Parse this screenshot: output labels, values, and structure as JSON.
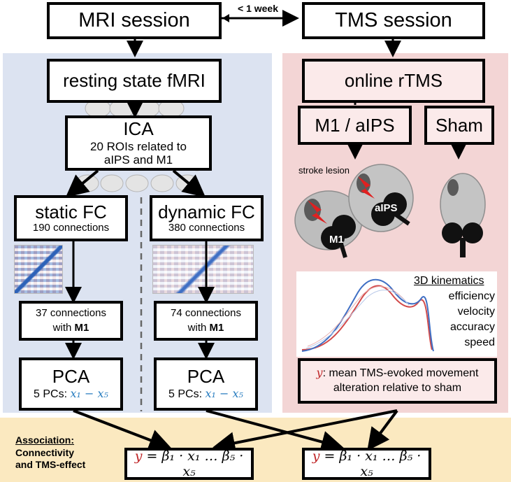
{
  "top": {
    "mri_session": "MRI session",
    "tms_session": "TMS session",
    "gap_label": "< 1 week"
  },
  "left": {
    "resting": "resting state fMRI",
    "ica_title": "ICA",
    "ica_sub1": "20 ROIs related to",
    "ica_sub2": "aIPS and M1",
    "static_title": "static FC",
    "static_sub": "190 connections",
    "dynamic_title": "dynamic FC",
    "dynamic_sub": "380 connections",
    "static_conn_line1": "37 connections",
    "static_conn_line2_pre": "with ",
    "static_conn_line2_bold": "M1",
    "dynamic_conn_line1": "74 connections",
    "dynamic_conn_line2_pre": "with ",
    "dynamic_conn_line2_bold": "M1",
    "pca_title": "PCA",
    "pca_sub_pre": "5 PCs: ",
    "pca_sub_math": "x₁ − x₅"
  },
  "right": {
    "online": "online rTMS",
    "m1_aips": "M1 / aIPS",
    "sham": "Sham",
    "stroke_lesion": "stroke lesion",
    "coil_m1": "M1",
    "coil_aips": "aIPS",
    "kinematics_title": "3D kinematics",
    "kinematics_items": [
      "efficiency",
      "velocity",
      "accuracy",
      "speed"
    ],
    "y_symbol": "y",
    "y_line1": ": mean TMS-evoked movement",
    "y_line2": "alteration relative to sham"
  },
  "bottom": {
    "association_title": "Association:",
    "association_line2": "Connectivity",
    "association_line3": "and TMS-effect",
    "formula_y": "y",
    "formula_rest": " = β₁ · x₁ … β₅ · x₅"
  },
  "colors": {
    "left_bg": "#dce3f1",
    "right_bg": "#f3d5d5",
    "bottom_bg": "#fbe9c0",
    "math_red": "#c0282a",
    "math_blue": "#2a7ec0",
    "line_red": "#d24b4b",
    "line_blue": "#3f6fc4"
  }
}
